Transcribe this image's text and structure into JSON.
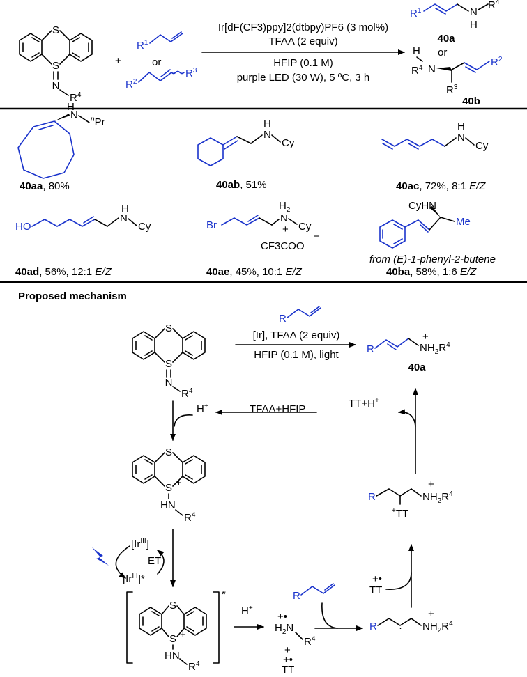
{
  "colors": {
    "substituent_blue": "#1a33cc",
    "bolt_blue": "#1a33cc",
    "black": "#000000"
  },
  "atoms": {
    "S": "S",
    "N": "N",
    "H": "H",
    "HN": "HN",
    "NH": "NH",
    "HO": "HO",
    "Br": "Br",
    "Me": "Me",
    "CyHN": "CyHN",
    "Cy": "Cy",
    "Pr": "Pr",
    "n": "n",
    "R": "R",
    "R1": "R",
    "R2": "R",
    "R3": "R",
    "R4": "R",
    "sup1": "1",
    "sup2": "2",
    "sup3": "3",
    "sup4": "4",
    "plus": "+",
    "minus": "−",
    "radical_cation": "+•",
    "dot": "·",
    "TT": "TT",
    "H2": "H",
    "sub2": "2",
    "NH2": "NH",
    "CF3COO": "CF3COO"
  },
  "header_reaction": {
    "plus": "+",
    "or_top": "or",
    "or_product": "or",
    "catalyst": "Ir[dF(CF3)ppy]2(dtbpy)PF6 (3 mol%)",
    "reagent": "TFAA (2 equiv)",
    "solvent": "HFIP (0.1 M)",
    "conditions": "purple LED (30 W), 5 ºC, 3 h",
    "product_a": "40a",
    "product_b": "40b"
  },
  "scope": [
    {
      "id": "40aa",
      "yield": ", 80%",
      "ratio": ""
    },
    {
      "id": "40ab",
      "yield": ", 51%",
      "ratio": ""
    },
    {
      "id": "40ac",
      "yield": ", 72%, 8:1 ",
      "ratio": "E/Z"
    },
    {
      "id": "40ad",
      "yield": ", 56%, 12:1 ",
      "ratio": "E/Z"
    },
    {
      "id": "40ae",
      "yield": ", 45%, 10:1 ",
      "ratio": "E/Z"
    },
    {
      "id": "40ba",
      "yield": ", 58%, 1:6 ",
      "ratio": "E/Z",
      "note": "from (E)-1-phenyl-2-butene"
    }
  ],
  "mechanism": {
    "title": "Proposed mechanism",
    "top_conditions_1": "[Ir], TFAA (2 equiv)",
    "top_conditions_2": "HFIP (0.1 M), light",
    "product_label": "40a",
    "proton": "H+",
    "tfaa_hfip": "TFAA+HFIP",
    "tt_h": "TT+H+",
    "ir3": "[IrIII]",
    "ir3_star": "[IrIII]*",
    "et": "ET",
    "star": "*"
  }
}
